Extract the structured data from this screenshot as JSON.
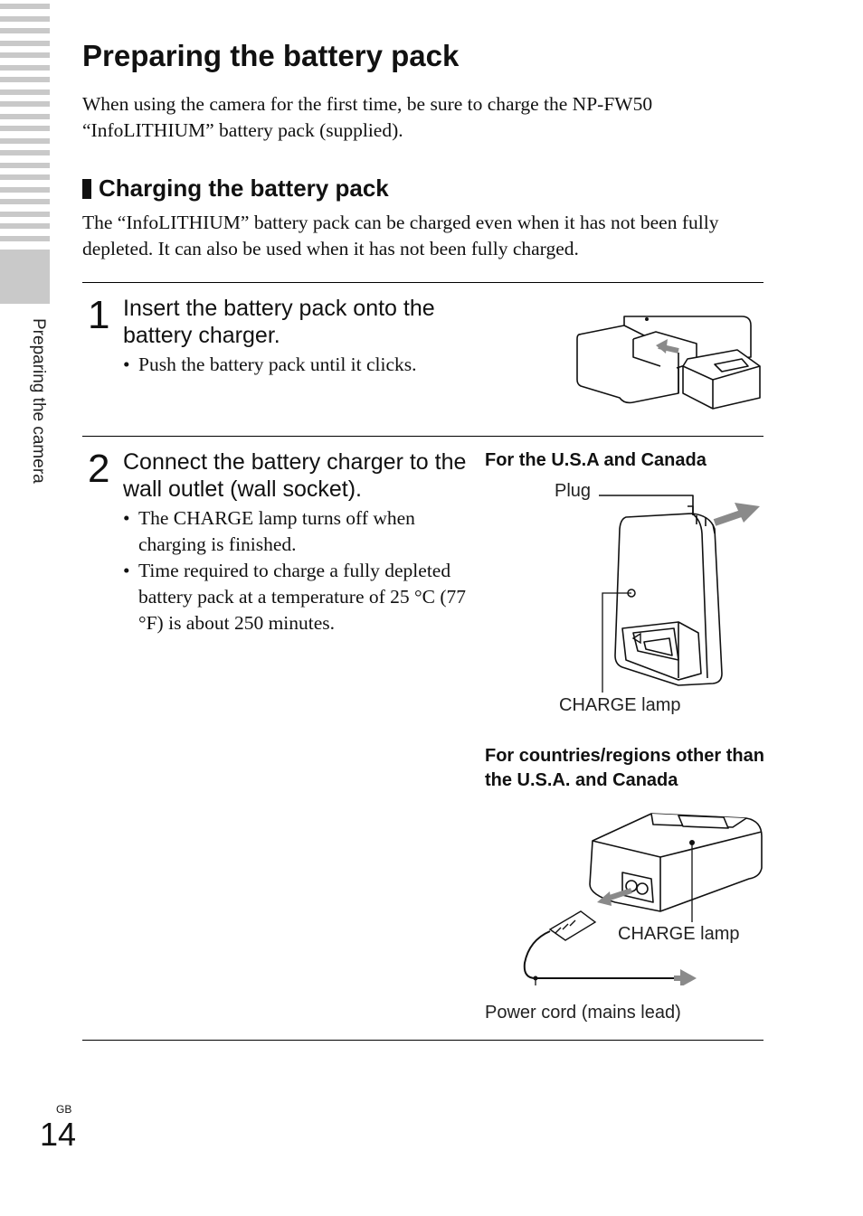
{
  "side_tab": {
    "label": "Preparing the camera"
  },
  "page": {
    "title": "Preparing the battery pack",
    "intro": "When using the camera for the first time, be sure to charge the NP-FW50 “InfoLITHIUM” battery pack (supplied).",
    "section_title": "Charging the battery pack",
    "section_body": "The “InfoLITHIUM” battery pack can be charged even when it has not been fully depleted. It can also be used when it has not been fully charged."
  },
  "steps": [
    {
      "number": "1",
      "heading": "Insert the battery pack onto the battery charger.",
      "bullets": [
        "Push the battery pack until it clicks."
      ]
    },
    {
      "number": "2",
      "heading": "Connect the battery charger to the wall outlet (wall socket).",
      "bullets": [
        "The CHARGE lamp turns off when charging is finished.",
        "Time required to charge a fully depleted battery pack at a temperature of 25 °C (77 °F) is about 250 minutes."
      ]
    }
  ],
  "figures": {
    "usa_caption": "For the U.S.A and Canada",
    "plug_label": "Plug",
    "charge_lamp_label_1": "CHARGE lamp",
    "other_caption": "For countries/regions other than the U.S.A. and Canada",
    "charge_lamp_label_2": "CHARGE lamp",
    "power_cord_label": "Power cord (mains lead)"
  },
  "footer": {
    "region": "GB",
    "page_number": "14"
  },
  "colors": {
    "tab_gray": "#c9c9c9",
    "text": "#111111",
    "arrow_gray": "#8a8a8a"
  }
}
